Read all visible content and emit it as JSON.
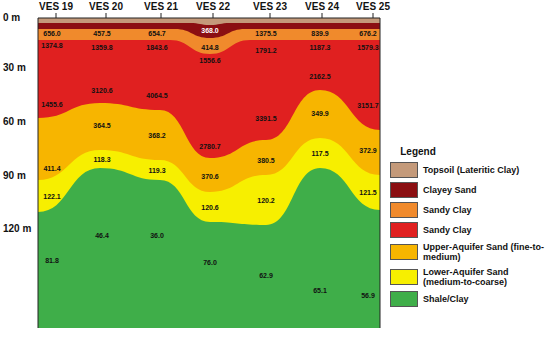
{
  "diagram": {
    "labels": [
      "VES 19",
      "VES 20",
      "VES 21",
      "VES 22",
      "VES 23",
      "VES 24",
      "VES 25",
      "0 m",
      "30 m",
      "60 m",
      "90 m",
      "120 m",
      "Legend",
      "656.0",
      "1374.8",
      "1455.6",
      "411.4",
      "122.1",
      "81.8",
      "457.5",
      "1359.8",
      "3120.6",
      "364.5",
      "118.3",
      "46.4",
      "654.7",
      "1843.6",
      "4064.5",
      "368.2",
      "119.3",
      "36.0",
      "368.0",
      "414.8",
      "1556.6",
      "2780.7",
      "370.6",
      "120.6",
      "76.0",
      "1375.5",
      "1791.2",
      "3391.5",
      "380.5",
      "120.2",
      "62.9",
      "839.9",
      "1187.3",
      "2162.5",
      "349.9",
      "117.5",
      "65.1",
      "676.2",
      "1579.3",
      "3151.7",
      "372.9",
      "121.5",
      "56.9"
    ],
    "legend": [
      {
        "text": "Topsoil (Lateritic Clay)",
        "color": "#c49a7a"
      },
      {
        "text": "Clayey Sand",
        "color": "#8b0f12"
      },
      {
        "text": "Sandy Clay",
        "color": "#f08a2c"
      },
      {
        "text": "Sandy Clay",
        "color": "#e02020"
      },
      {
        "text": "Upper-Aquifer Sand (fine-to-medium)",
        "color": "#f7b500"
      },
      {
        "text": "Lower-Aquifer Sand (medium-to-coarse)",
        "color": "#f7ef00"
      },
      {
        "text": "Shale/Clay",
        "color": "#3fae49"
      }
    ]
  }
}
